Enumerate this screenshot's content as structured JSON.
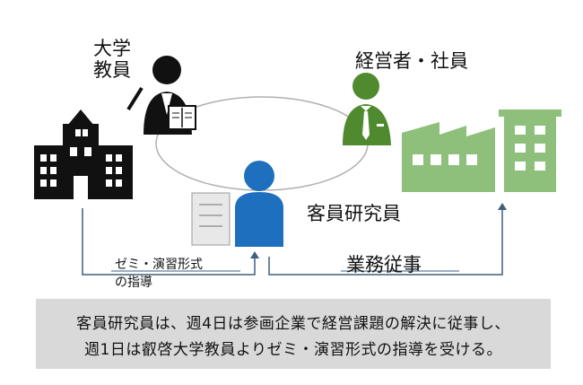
{
  "labels": {
    "professor_line1": "大学",
    "professor_line2": "教員",
    "executives": "経営者・社員",
    "researcher": "客員研究員",
    "seminar_line1": "ゼミ・演習形式",
    "seminar_line2": "の指導",
    "work": "業務従事"
  },
  "caption": {
    "line1": "客員研究員は、週4日は参画企業で経営課題の解決に従事し、",
    "line2": "週1日は叡啓大学教員よりゼミ・演習形式の指導を受ける。"
  },
  "colors": {
    "school": "#111111",
    "professor": "#111111",
    "executive": "#4f8a2e",
    "factory": "#8ec07c",
    "researcher": "#1f6fbf",
    "arrow": "#3f5f7f",
    "caption_bg": "#d9d9d9"
  },
  "icons": [
    "school-icon",
    "professor-icon",
    "executive-icon",
    "factory-icon",
    "researcher-icon",
    "document-icon"
  ]
}
